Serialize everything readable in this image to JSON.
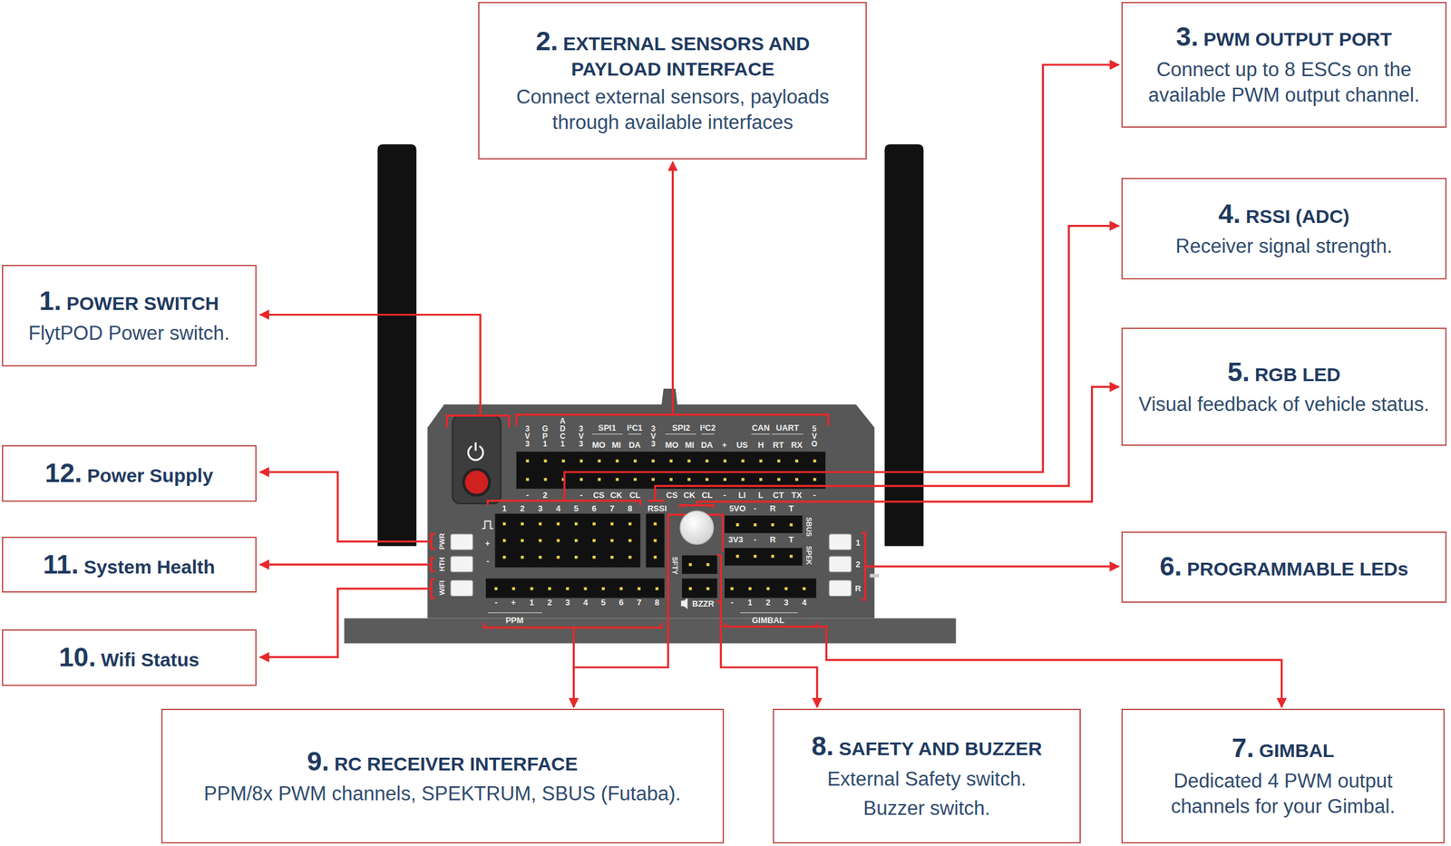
{
  "diagram": {
    "nodes": [
      {
        "text": [
          "1.",
          "POWER SWITCH",
          "FlytPOD Power switch."
        ]
      },
      {
        "text": [
          "2.",
          "EXTERNAL SENSORS AND PAYLOAD INTERFACE",
          "Connect external sensors, payloads through available interfaces"
        ]
      },
      {
        "text": [
          "3.",
          "PWM OUTPUT PORT",
          "Connect up to 8 ESCs on the available PWM output channel."
        ]
      },
      {
        "text": [
          "4.",
          "RSSI (ADC)",
          "Receiver signal strength."
        ]
      },
      {
        "text": [
          "5.",
          "RGB LED",
          "Visual feedback of vehicle status."
        ]
      },
      {
        "text": [
          "6.",
          "PROGRAMMABLE LEDs"
        ]
      },
      {
        "text": [
          "7.",
          "GIMBAL",
          "Dedicated 4 PWM output channels for your Gimbal."
        ]
      },
      {
        "text": [
          "8.",
          "SAFETY AND BUZZER",
          "External Safety switch.",
          "Buzzer switch."
        ]
      },
      {
        "text": [
          "9.",
          "RC RECEIVER INTERFACE",
          "PPM/8x PWM channels, SPEKTRUM, SBUS (Futaba)."
        ]
      },
      {
        "text": [
          "10.",
          "Wifi Status"
        ]
      },
      {
        "text": [
          "11.",
          "System Health"
        ]
      },
      {
        "text": [
          "12.",
          "Power Supply"
        ]
      }
    ],
    "labels": [
      "3V3",
      "GP1",
      "ADC1",
      "3V3",
      "SPI1",
      "I²C1",
      "3V3",
      "SPI2",
      "I²C2",
      "CAN",
      "UART",
      "5VO",
      "MO",
      "MI",
      "DA",
      "MO",
      "MI",
      "DA",
      "+",
      "US",
      "H",
      "RT",
      "RX",
      "-",
      "2",
      "-",
      "CS",
      "CK",
      "CL",
      "CS",
      "CK",
      "CL",
      "-",
      "LI",
      "L",
      "CT",
      "TX",
      "-",
      "1",
      "2",
      "3",
      "4",
      "5",
      "6",
      "7",
      "8",
      "RSSI",
      "5VO",
      "-",
      "R",
      "T",
      "SBUS",
      "+",
      "-",
      "3V3",
      "-",
      "R",
      "T",
      "SPEK",
      "SFTY",
      "PWR",
      "HTH",
      "WIFI",
      "1",
      "2",
      "R",
      "-",
      "+",
      "1",
      "2",
      "3",
      "4",
      "5",
      "6",
      "7",
      "8",
      "BZZR",
      "-",
      "1",
      "2",
      "3",
      "4",
      "PPM",
      "GIMBAL"
    ]
  }
}
